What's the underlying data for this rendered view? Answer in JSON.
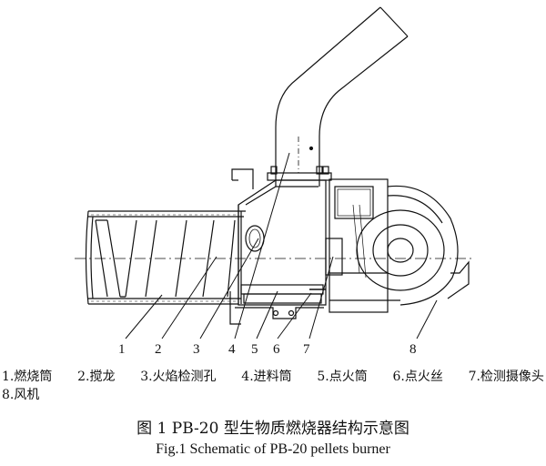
{
  "diagram": {
    "callouts": [
      "1",
      "2",
      "3",
      "4",
      "5",
      "6",
      "7",
      "8"
    ],
    "legend": [
      "1.燃烧筒",
      "2.搅龙",
      "3.火焰检测孔",
      "4.进料筒",
      "5.点火筒",
      "6.点火丝",
      "7.检测摄像头",
      "8.风机"
    ]
  },
  "caption": {
    "chinese": "图 1    PB-20 型生物质燃烧器结构示意图",
    "english": "Fig.1    Schematic of PB-20 pellets burner"
  },
  "colors": {
    "line": "#111111",
    "background": "#ffffff"
  }
}
